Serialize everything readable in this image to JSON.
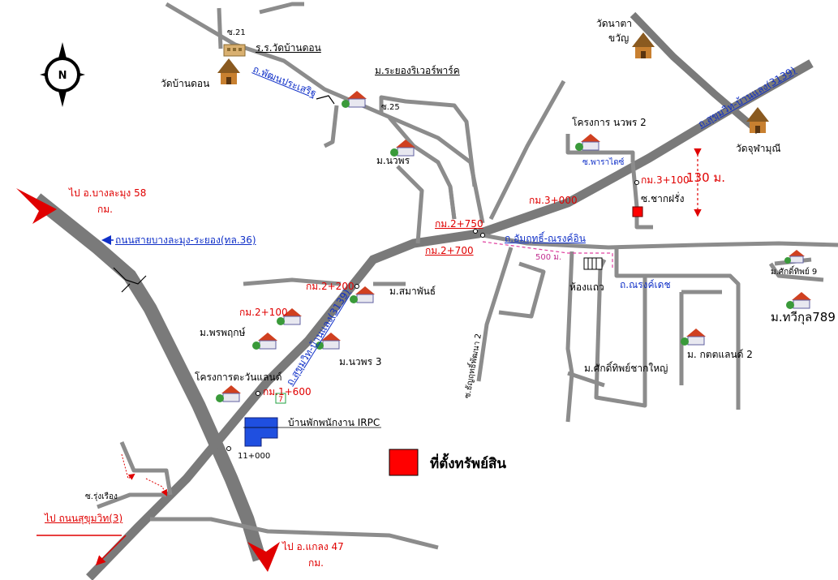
{
  "map": {
    "legend_text": "ที่ตั้งทรัพย์สิน",
    "compass_letter": "N",
    "colors": {
      "road": "#7a7a7a",
      "minor_road": "#8c8c8c",
      "property": "#ff0000",
      "red_text": "#e00000",
      "blue_text": "#1030c8",
      "irpc": "#1f4fe0"
    },
    "labels": {
      "soi21": "ซ.21",
      "school": "ร.ร.วัดบ้านดอน",
      "wat_bandon": "วัดบ้านดอน",
      "road_phatthana": "ถ.พัฒนประเสริฐ",
      "rayong_riverpark": "ม.ระยองริเวอร์พาร์ค",
      "soi25": "ซ.25",
      "m_nawaporn": "ม.นวพร",
      "wat_nata_1": "วัดนาตา",
      "wat_nata_2": "ขวัญ",
      "project_nawaporn2": "โครงการ นวพร 2",
      "soi_paradise": "ซ.พาราไดซ์",
      "road_sukhumvit_banlaeng": "ถ.สุขุมวิท-บ้านแลง(3139)",
      "wat_juphamanee": "วัดจุฬามุณี",
      "km_3_100": "กม.3+100",
      "dist_130": "130 ม.",
      "soi_chakfarang": "ซ.ชากฝรั่ง",
      "km_3_000": "กม.3+000",
      "to_banglamung_1": "ไป อ.บางละมุง 58",
      "to_banglamung_2": "กม.",
      "road_banglamung_rayong": "ถนนสายบางละมุง-ระยอง(ทล.36)",
      "km_2_750": "กม.2+750",
      "km_2_700": "กม.2+700",
      "road_amarit": "ถ.อัมฤทธิ์-ณรงค์อิน",
      "dist_500": "500 ม.",
      "hong_thaeo": "ห้องแถว",
      "road_narongdech": "ถ.ณรงค์เดช",
      "m_saksit9": "ม.ศักดิ์ทิพย์ 9",
      "m_thawikul": "ม.ทวีกุล789",
      "km_2_200": "กม.2+200",
      "m_samaphan": "ม.สมาพันธ์",
      "km_2_100": "กม.2+100",
      "m_phrapruek": "ม.พรพฤกษ์",
      "road_sukhumvit_diag": "ถ.สุขุมวิท-บ้านแลง(3139)",
      "m_nawaporn3": "ม.นวพร 3",
      "soi_thamaruk": "ซ.ธัญฤทธิ์พัฒนา 2",
      "m_saksit_chakyai": "ม.ศักดิ์ทิพย์ชากใหญ่",
      "m_kotlan2": "ม. กตตแลนด์ 2",
      "project_tawan": "โครงการตะวันแลนด์",
      "km_1_600": "กม.1+600",
      "irpc_house": "บ้านพักพนักงาน IRPC",
      "km_11_000": "11+000",
      "soi_rungruang": "ซ.รุ่งเรือง",
      "to_sukhumvit": "ไป ถนนสุขุมวิท(3)",
      "to_klaeng_1": "ไป อ.แกลง 47",
      "to_klaeng_2": "กม."
    }
  }
}
